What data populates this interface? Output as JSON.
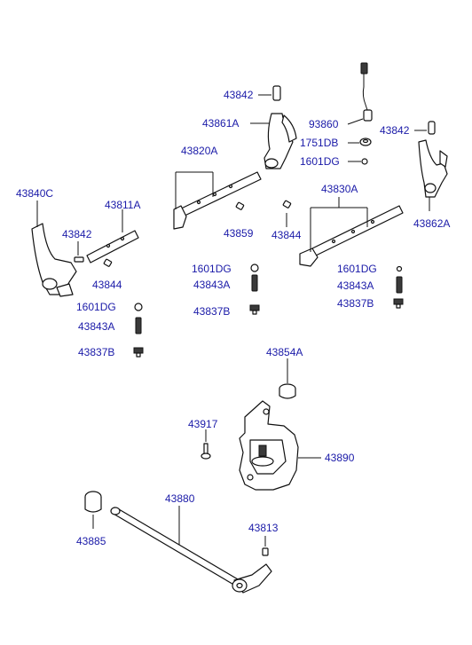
{
  "diagram": {
    "labels": {
      "p43842_top": "43842",
      "p43861A": "43861A",
      "p93860": "93860",
      "p43842_right": "43842",
      "p1751DB": "1751DB",
      "p1601DG_top": "1601DG",
      "p43820A": "43820A",
      "p43830A": "43830A",
      "p43840C": "43840C",
      "p43811A": "43811A",
      "p43842_left": "43842",
      "p43844_left": "43844",
      "p43859": "43859",
      "p43844_mid": "43844",
      "p43862A": "43862A",
      "p1601DG_mid": "1601DG",
      "p43843A_mid": "43843A",
      "p43837B_mid": "43837B",
      "p1601DG_right": "1601DG",
      "p43843A_right": "43843A",
      "p43837B_right": "43837B",
      "p1601DG_left": "1601DG",
      "p43843A_left": "43843A",
      "p43837B_left": "43837B",
      "p43854A": "43854A",
      "p43917": "43917",
      "p43890": "43890",
      "p43880": "43880",
      "p43813": "43813",
      "p43885": "43885"
    },
    "colors": {
      "label": "#1a1aa8",
      "line": "#111111",
      "background": "#ffffff"
    }
  }
}
